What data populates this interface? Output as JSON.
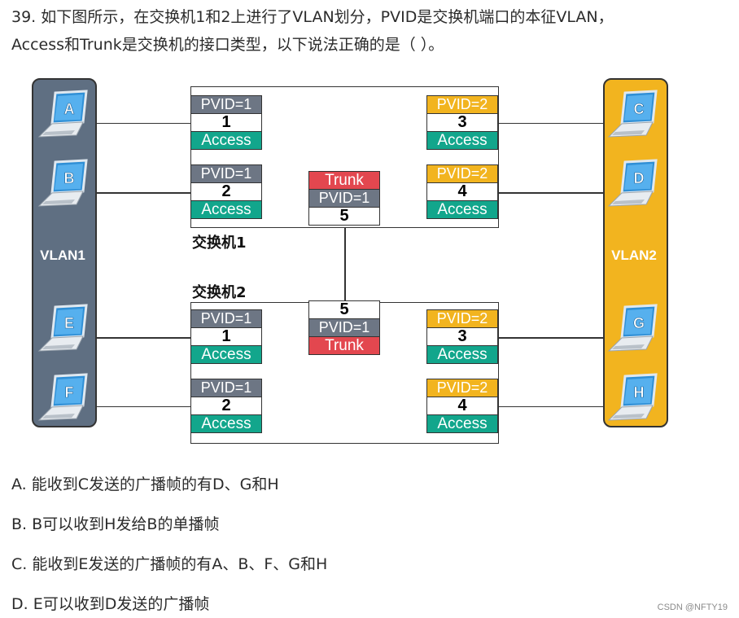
{
  "question": {
    "line1": "39. 如下图所示，在交换机1和2上进行了VLAN划分，PVID是交换机端口的本征VLAN，",
    "line2": "Access和Trunk是交换机的接口类型，以下说法正确的是（   ）。"
  },
  "diagram": {
    "vlan1_label": "VLAN1",
    "vlan2_label": "VLAN2",
    "switch1_title": "交换机1",
    "switch2_title": "交换机2",
    "hosts": {
      "a": "A",
      "b": "B",
      "c": "C",
      "d": "D",
      "e": "E",
      "f": "F",
      "g": "G",
      "h": "H"
    },
    "switch1": {
      "p1": {
        "pvid": "PVID=1",
        "num": "1",
        "mode": "Access"
      },
      "p2": {
        "pvid": "PVID=1",
        "num": "2",
        "mode": "Access"
      },
      "p3": {
        "pvid": "PVID=2",
        "num": "3",
        "mode": "Access"
      },
      "p4": {
        "pvid": "PVID=2",
        "num": "4",
        "mode": "Access"
      },
      "p5": {
        "pvid": "PVID=1",
        "num": "5",
        "mode": "Trunk"
      }
    },
    "switch2": {
      "p1": {
        "pvid": "PVID=1",
        "num": "1",
        "mode": "Access"
      },
      "p2": {
        "pvid": "PVID=1",
        "num": "2",
        "mode": "Access"
      },
      "p3": {
        "pvid": "PVID=2",
        "num": "3",
        "mode": "Access"
      },
      "p4": {
        "pvid": "PVID=2",
        "num": "4",
        "mode": "Access"
      },
      "p5": {
        "pvid": "PVID=1",
        "num": "5",
        "mode": "Trunk"
      }
    },
    "colors": {
      "vlan1": "#5f6f82",
      "vlan2": "#f2b41f",
      "access": "#12a68c",
      "trunk": "#e3474f",
      "pvid1": "#6d7684",
      "pvid2": "#f2b41f",
      "laptop_screen": "#3a9be0"
    }
  },
  "options": {
    "a": "A. 能收到C发送的广播帧的有D、G和H",
    "b": "B. B可以收到H发给B的单播帧",
    "c": "C. 能收到E发送的广播帧的有A、B、F、G和H",
    "d": "D. E可以收到D发送的广播帧"
  },
  "watermark": "CSDN @NFTY19"
}
